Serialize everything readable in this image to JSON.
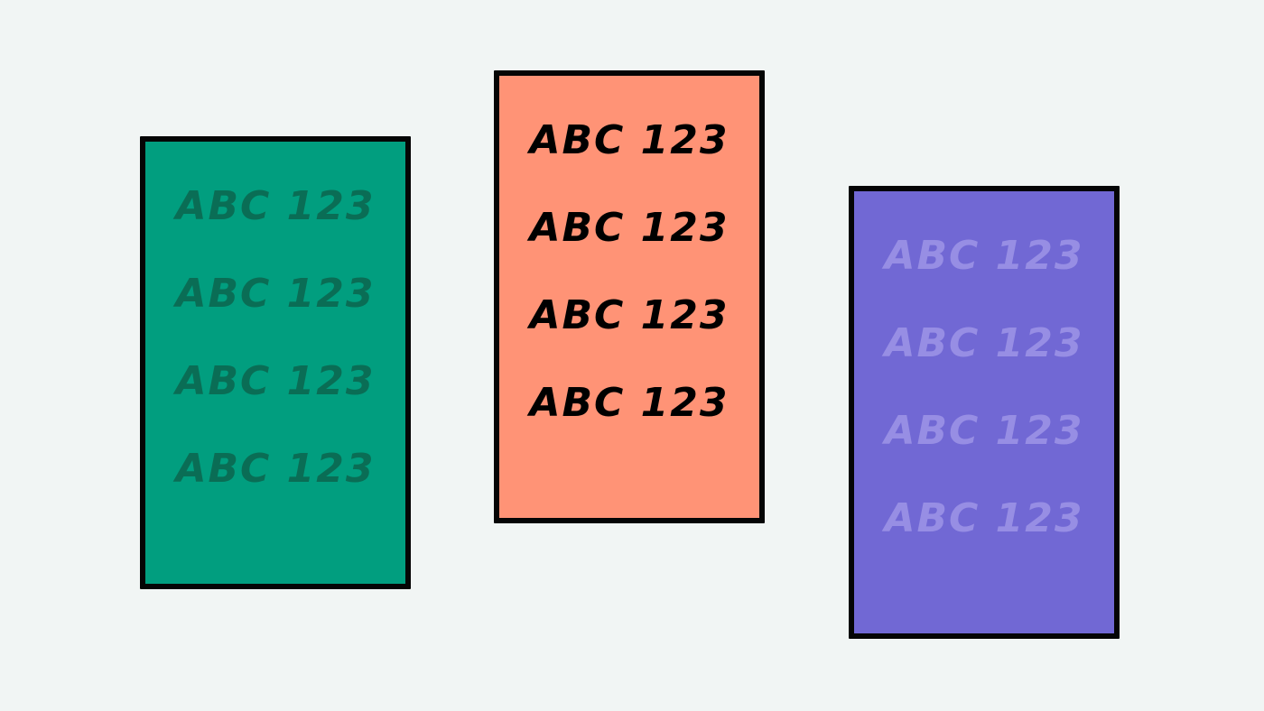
{
  "cards": [
    {
      "color": "#019e7f",
      "text_color": "#0a6d55",
      "lines": [
        "ABC 123",
        "ABC 123",
        "ABC 123",
        "ABC 123"
      ]
    },
    {
      "color": "#ff9376",
      "text_color": "#000000",
      "lines": [
        "ABC 123",
        "ABC 123",
        "ABC 123",
        "ABC 123"
      ]
    },
    {
      "color": "#7168d4",
      "text_color": "#978ee4",
      "lines": [
        "ABC 123",
        "ABC 123",
        "ABC 123",
        "ABC 123"
      ]
    }
  ],
  "background_color": "#f1f5f4",
  "border_color": "#050505"
}
